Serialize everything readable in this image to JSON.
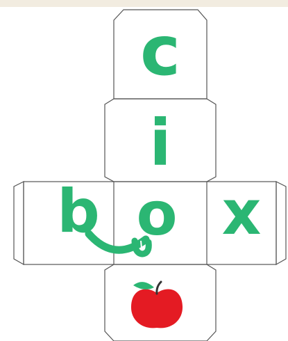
{
  "colors": {
    "band": "#f2ece0",
    "line": "#555555",
    "letter": "#2bb673",
    "apple_red": "#e41b23",
    "apple_leaf": "#2bb673",
    "apple_stem": "#333333"
  },
  "faces": {
    "top": {
      "letter": "c"
    },
    "upper": {
      "letter": "i"
    },
    "middle_left": {
      "letter": "b"
    },
    "middle_center": {
      "letter": "o"
    },
    "middle_right": {
      "letter": "x"
    },
    "bottom": {
      "icon": "apple-icon"
    }
  },
  "smile_icon": "smile-tongue-icon"
}
